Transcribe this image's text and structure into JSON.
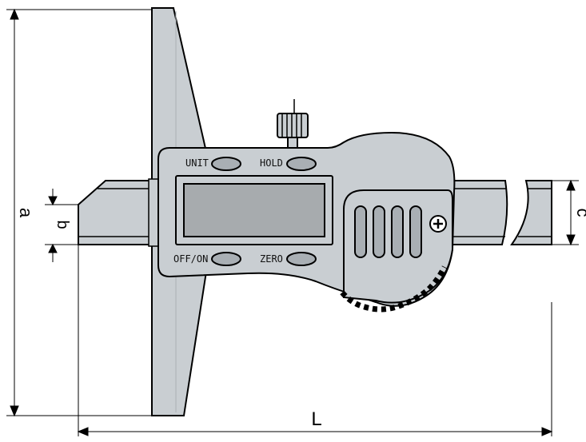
{
  "diagram": {
    "buttons": {
      "unit": "UNIT",
      "hold": "HOLD",
      "off_on": "OFF/ON",
      "zero": "ZERO"
    },
    "dimensions": {
      "a": "a",
      "b": "b",
      "c": "c",
      "L": "L"
    },
    "colors": {
      "body_fill": "#c9ced2",
      "body_dark": "#a9afb4",
      "display_fill": "#a7abae",
      "stroke": "#000000"
    }
  }
}
